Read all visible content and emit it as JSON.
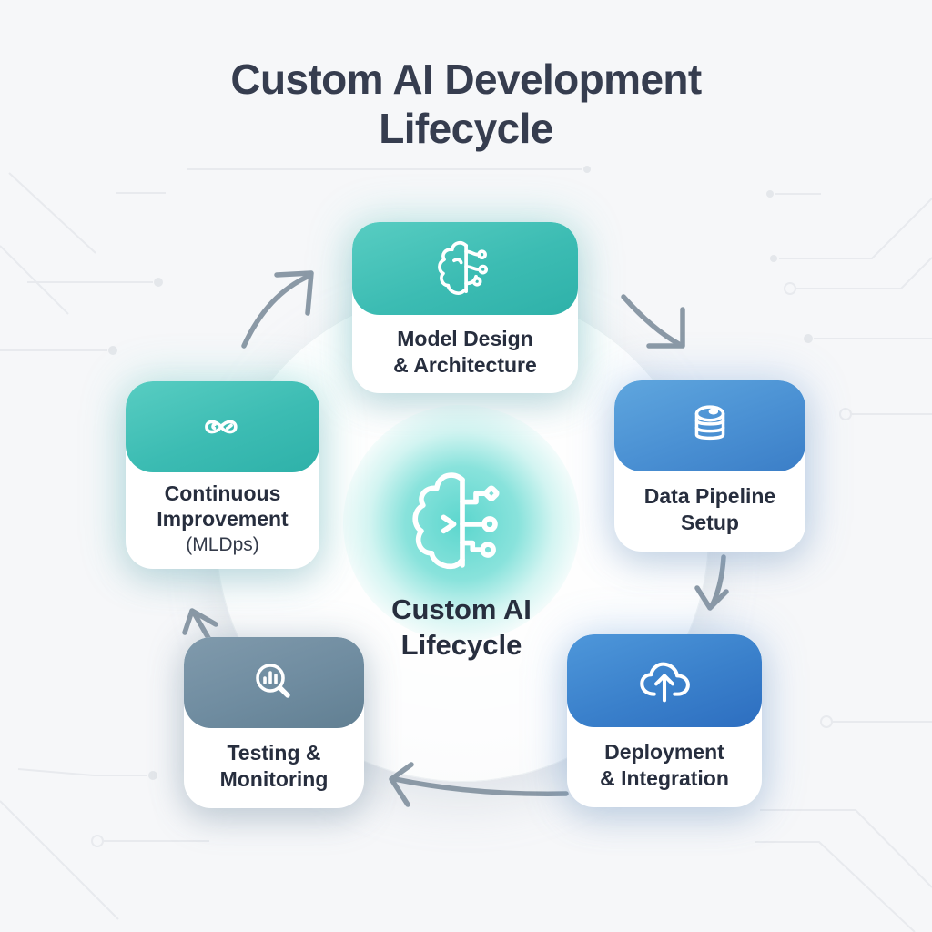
{
  "title": {
    "line1": "Custom AI Development",
    "line2": "Lifecycle"
  },
  "center": {
    "icon": "brain-circuit-icon",
    "label_line1": "Custom AI",
    "label_line2": "Lifecycle",
    "glow_color": "#53d4cb"
  },
  "nodes": [
    {
      "id": "model-design",
      "icon": "brain-circuit-icon",
      "label_line1": "Model Design",
      "label_line2": "& Architecture",
      "header_color_top": "#58cdc2",
      "header_color_bottom": "#2eb1a9"
    },
    {
      "id": "data-pipeline",
      "icon": "database-icon",
      "label_line1": "Data Pipeline",
      "label_line2": "Setup",
      "header_color_top": "#5fa6de",
      "header_color_bottom": "#3b7ec7"
    },
    {
      "id": "deployment",
      "icon": "cloud-upload-icon",
      "label_line1": "Deployment",
      "label_line2": "& Integration",
      "header_color_top": "#4e97da",
      "header_color_bottom": "#2d6ec0"
    },
    {
      "id": "testing",
      "icon": "magnifier-chart-icon",
      "label_line1": "Testing &",
      "label_line2": "Monitoring",
      "header_color_top": "#809aac",
      "header_color_bottom": "#617f92"
    },
    {
      "id": "continuous-improvement",
      "icon": "infinity-loop-icon",
      "label_line1": "Continuous",
      "label_line2": "Improvement",
      "label_line3": "(MLDps)",
      "header_color_top": "#58cdc2",
      "header_color_bottom": "#2eb1a9"
    }
  ],
  "arrows": {
    "color": "#8b99a6",
    "sequence": [
      "continuous-improvement -> model-design",
      "model-design -> data-pipeline",
      "data-pipeline -> deployment",
      "deployment -> testing",
      "testing -> continuous-improvement"
    ]
  },
  "style": {
    "background": "#f6f7f9",
    "title_color": "#363d4f",
    "label_color": "#272e3e",
    "circuit_trace_color": "#e8eaee"
  }
}
